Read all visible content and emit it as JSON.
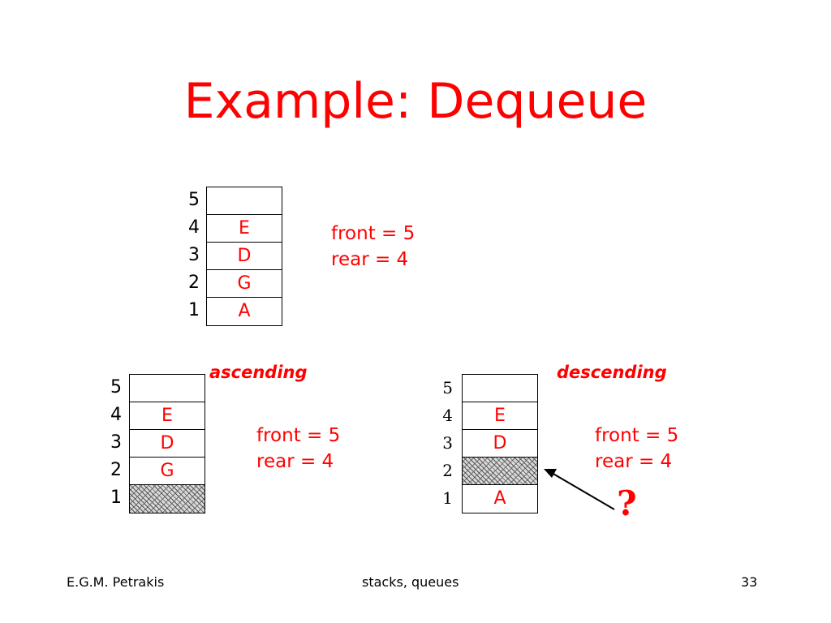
{
  "slide": {
    "title": "Example: Dequeue",
    "footer": {
      "left": "E.G.M. Petrakis",
      "center": "stacks, queues",
      "right": "33"
    }
  },
  "top": {
    "indices": [
      "5",
      "4",
      "3",
      "2",
      "1"
    ],
    "cells": [
      "",
      "E",
      "D",
      "G",
      "A"
    ],
    "front": "front = 5",
    "rear": "rear = 4"
  },
  "ascending": {
    "label": "ascending",
    "indices": [
      "5",
      "4",
      "3",
      "2",
      "1"
    ],
    "cells": [
      "",
      "E",
      "D",
      "G",
      ""
    ],
    "front": "front = 5",
    "rear": "rear = 4"
  },
  "descending": {
    "label": "descending",
    "indices": [
      "5",
      "4",
      "3",
      "2",
      "1"
    ],
    "cells": [
      "",
      "E",
      "D",
      "",
      "A"
    ],
    "front": "front = 5",
    "rear": "rear = 4",
    "question": "?"
  },
  "colors": {
    "accent": "#ff0000",
    "text": "#000000"
  },
  "icons": {
    "arrow": "arrow-pointing-left-icon"
  }
}
